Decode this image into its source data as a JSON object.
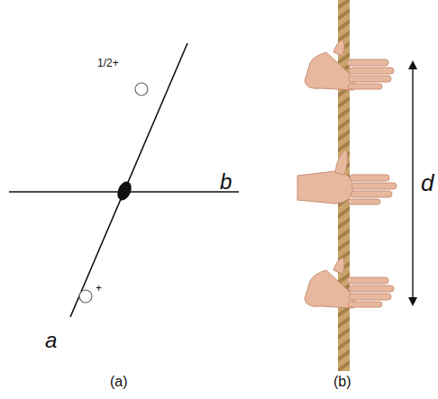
{
  "diagram": {
    "labels": [
      "1/2+",
      "+",
      "a",
      "b",
      "d",
      "(a)",
      "(b)"
    ]
  }
}
